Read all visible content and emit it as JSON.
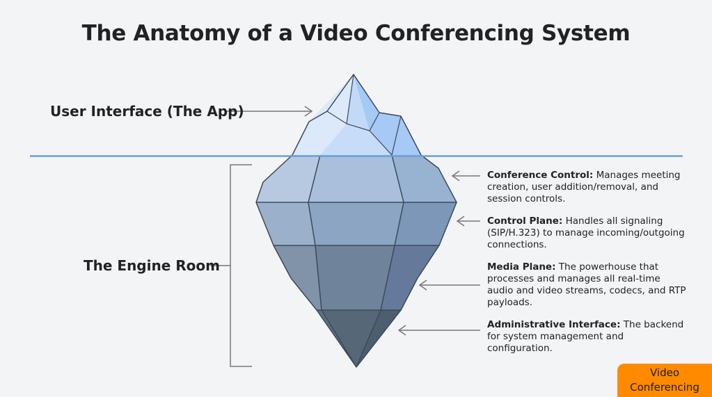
{
  "title": "The Anatomy of a Video Conferencing System",
  "tip_label": "User Interface (The App)",
  "base_label": "The Engine Room",
  "layers": [
    {
      "name": "Conference Control:",
      "description": "Manages meeting creation, user addition/removal, and session controls."
    },
    {
      "name": "Control Plane:",
      "description": "Handles all signaling (SIP/H.323) to manage incoming/outgoing connections."
    },
    {
      "name": "Media Plane:",
      "description": "The powerhouse that processes and manages all real-time audio and video streams, codecs, and RTP payloads."
    },
    {
      "name": "Administrative Interface:",
      "description": "The backend for system management and configuration."
    }
  ],
  "badge": "Video Conferencing",
  "colors": {
    "waterline": "#6a9fd8",
    "tip_light": "#d9e8fb",
    "tip_mid": "#b7d3f7",
    "tip_bright": "#a9cbf6",
    "layer_1": "#a7bcd8",
    "layer_2": "#8ea7c4",
    "layer_3": "#768ba3",
    "layer_4": "#586a7d",
    "edge": "#3c4a5a",
    "badge": "#ff8a00"
  }
}
